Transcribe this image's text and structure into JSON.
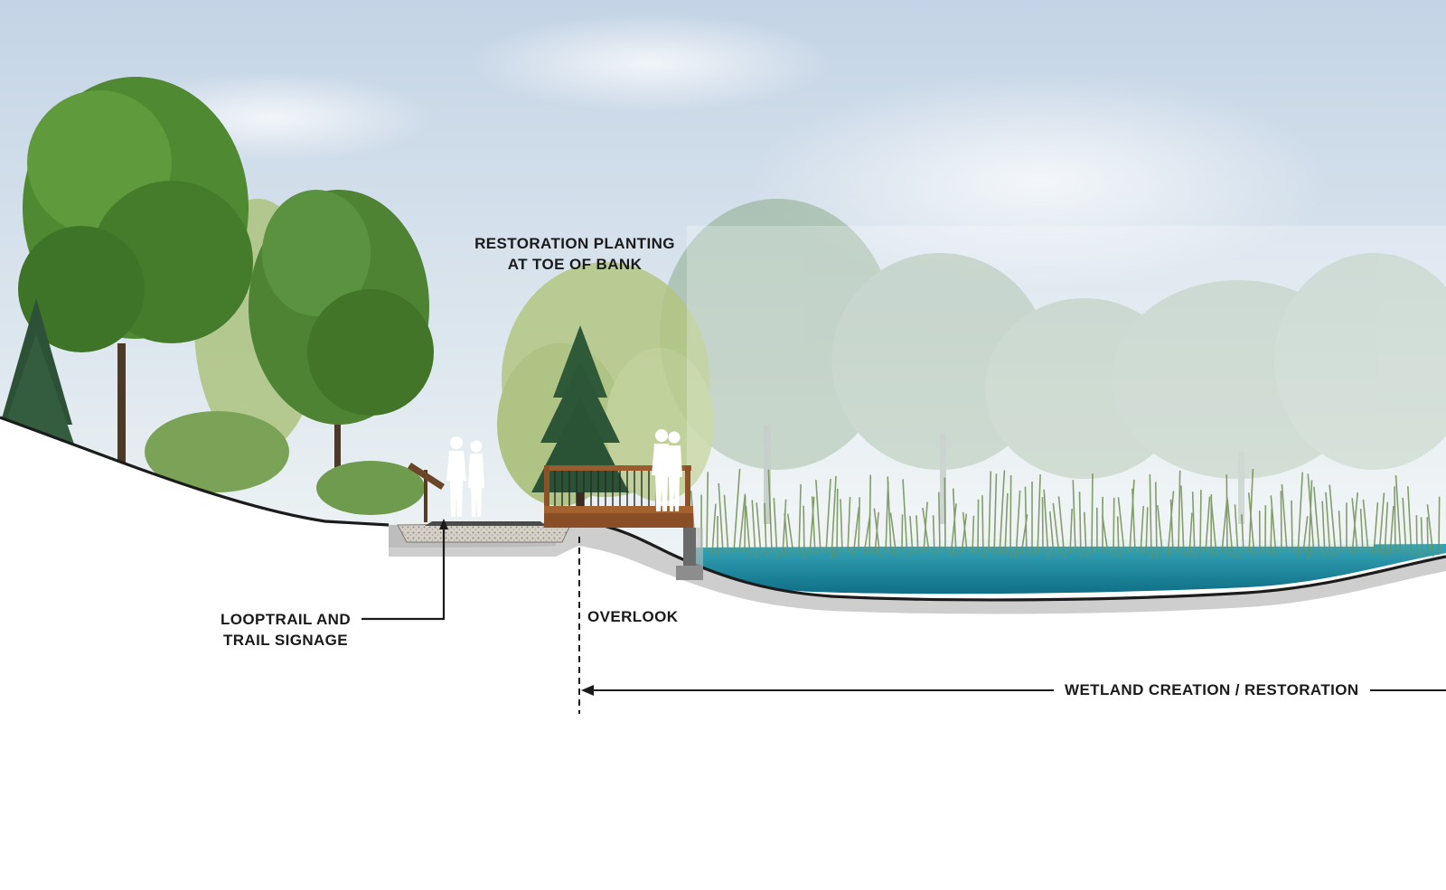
{
  "labels": {
    "restoration_planting": [
      "RESTORATION PLANTING",
      "AT TOE OF BANK"
    ],
    "looptrail": [
      "LOOPTRAIL AND",
      "TRAIL SIGNAGE"
    ],
    "overlook": "OVERLOOK",
    "wetland": "WETLAND CREATION / RESTORATION"
  },
  "colors": {
    "sky_top": "#c4d4e6",
    "sky_bottom": "#e6eef2",
    "tree_dark": "#3f7a2e",
    "tree_mid": "#6e9e4a",
    "willow": "#a9c077",
    "spruce": "#2f5a3a",
    "water": "#1f93a8",
    "water_deep": "#0f6f86",
    "ground_line": "#1c1c1c",
    "ground_shadow": "#b9b9b9",
    "deck_wood": "#9a5b2e",
    "gravel": "#cfcac2"
  }
}
